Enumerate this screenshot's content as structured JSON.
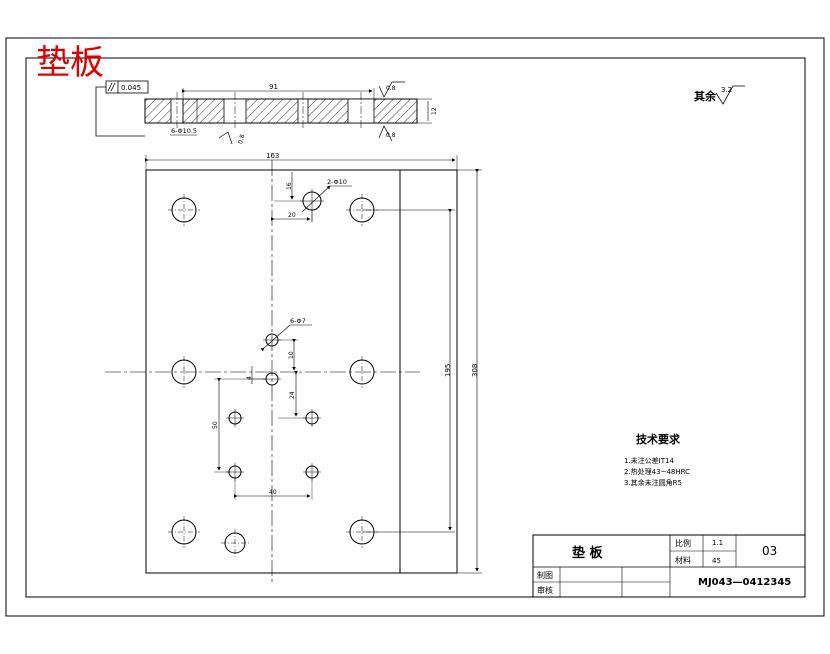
{
  "drawing_title": "垫板",
  "section_view": {
    "flatness_tolerance": "0.045",
    "width_dim": "91",
    "thickness_dim": "12",
    "hole_callout": "6-Φ10.5",
    "roughness_top": "0.8",
    "roughness_bottom": "0.8",
    "roughness_left": "0.8"
  },
  "roughness_other": {
    "label": "其余",
    "value": "3.2"
  },
  "plan_view": {
    "width_dim": "163",
    "height_dim": "308",
    "inner_height_dim": "195",
    "top_offset_dim": "16",
    "pin_hole_callout": "2-Φ10",
    "pin_offset_dim": "20",
    "small_hole_callout": "6-Φ7",
    "vertical_dim_10": "10",
    "vertical_dim_4": "4",
    "vertical_dim_24": "24",
    "left_height_dim": "50",
    "bottom_width_dim": "40"
  },
  "tech_requirements": {
    "heading": "技术要求",
    "items": [
      "1.未注公差IT14",
      "2.热处理43~48HRC",
      "3.其余未注圆角R5"
    ]
  },
  "title_block": {
    "part_name": "垫  板",
    "scale_label": "比例",
    "scale_value": "1.1",
    "material_label": "材料",
    "material_value": "45",
    "sheet_number": "03",
    "drawn_label": "制图",
    "reviewed_label": "审核",
    "drawing_number": "MJ043—0412345"
  }
}
